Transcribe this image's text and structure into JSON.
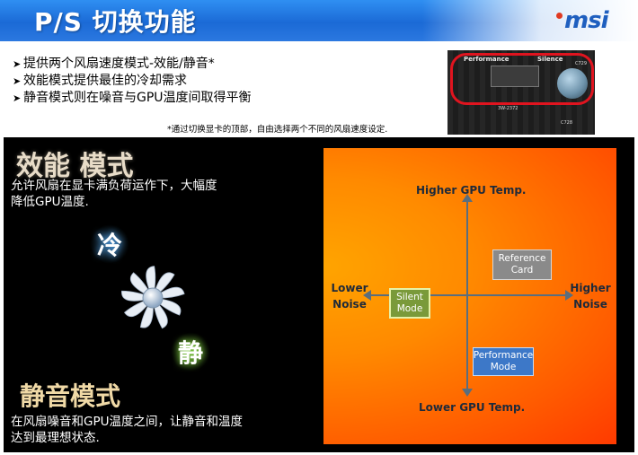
{
  "header": {
    "title": "P/S 切换功能",
    "logo_text": "msi"
  },
  "bullets": [
    {
      "icon": "arrow-bullet-icon",
      "text": "提供两个风扇速度模式-效能/静音*"
    },
    {
      "icon": "arrow-bullet-icon",
      "text": "效能模式提供最佳的冷却需求"
    },
    {
      "icon": "arrow-bullet-icon",
      "text": "静音模式则在噪音与GPU温度间取得平衡"
    }
  ],
  "note": "*通过切换显卡的顶部，自由选择两个不同的风扇速度设定.",
  "photo": {
    "label_performance": "Performance",
    "label_silence": "Silence",
    "tag_1": "C729",
    "tag_2": "3W-2372",
    "tag_3": "C728"
  },
  "performance_mode": {
    "heading": "效能 模式",
    "desc_line1": "允许风扇在显卡满负荷运作下，大幅度",
    "desc_line2": "降低GPU温度."
  },
  "silent_mode": {
    "heading": "静音模式",
    "desc_line1": "在风扇噪音和GPU温度之间，让静音和温度",
    "desc_line2": "达到最理想状态."
  },
  "glyphs": {
    "cool": "冷",
    "quiet": "静"
  },
  "diagram": {
    "top_label": "Higher GPU Temp.",
    "bottom_label": "Lower GPU Temp.",
    "left_label_line1": "Lower",
    "left_label_line2": "Noise",
    "right_label_line1": "Higher",
    "right_label_line2": "Noise",
    "reference_line1": "Reference",
    "reference_line2": "Card",
    "silent_line1": "Silent",
    "silent_line2": "Mode",
    "performance_line1": "Performance",
    "performance_line2": "Mode"
  },
  "colors": {
    "header_blue": "#1b6ad6",
    "panel_orange": "#ff8a00",
    "panel_red": "#ff3a00",
    "silent_green": "#7a9a3a",
    "performance_blue": "#3d78c8",
    "reference_gray": "#8a8a8a",
    "highlight_red": "#e0141f"
  }
}
